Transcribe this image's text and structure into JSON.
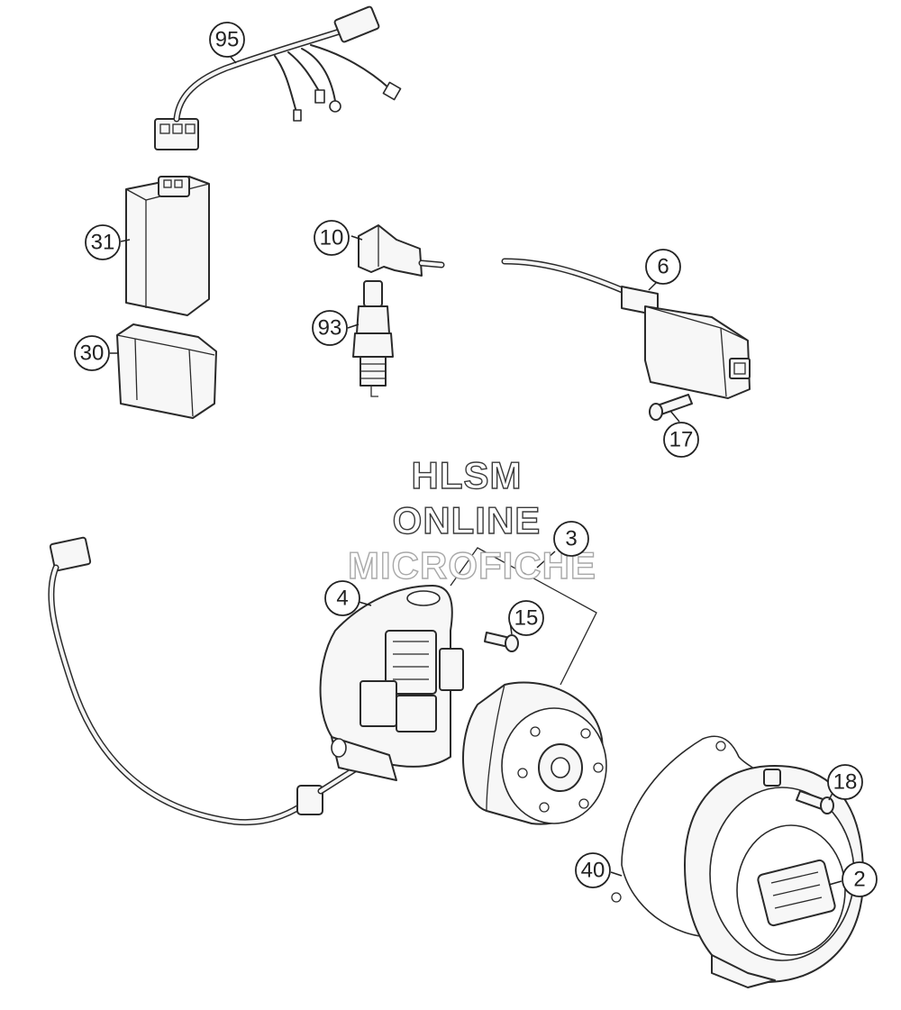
{
  "callouts": [
    {
      "id": "part-95",
      "label": "95"
    },
    {
      "id": "part-31",
      "label": "31"
    },
    {
      "id": "part-30",
      "label": "30"
    },
    {
      "id": "part-10",
      "label": "10"
    },
    {
      "id": "part-93",
      "label": "93"
    },
    {
      "id": "part-6",
      "label": "6"
    },
    {
      "id": "part-17",
      "label": "17"
    },
    {
      "id": "part-3",
      "label": "3"
    },
    {
      "id": "part-4",
      "label": "4"
    },
    {
      "id": "part-15",
      "label": "15"
    },
    {
      "id": "part-18",
      "label": "18"
    },
    {
      "id": "part-40",
      "label": "40"
    },
    {
      "id": "part-2",
      "label": "2"
    }
  ],
  "watermark": {
    "line1": "HLSM",
    "line2": "ONLINE",
    "line3": "MICROFICHE"
  }
}
